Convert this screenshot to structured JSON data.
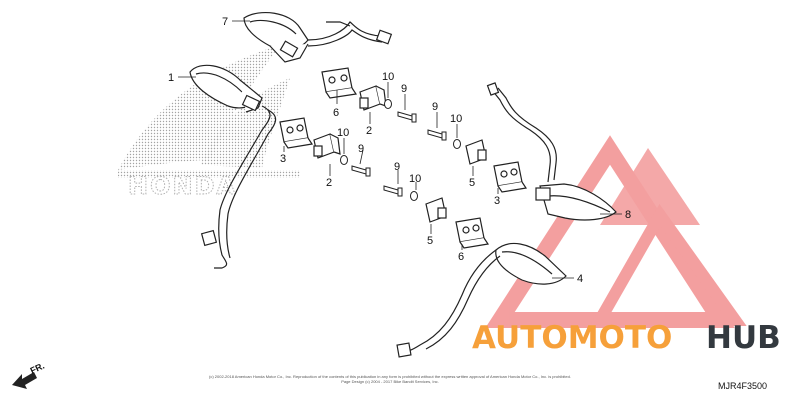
{
  "callouts": [
    {
      "label": "7"
    },
    {
      "label": "1"
    },
    {
      "label": "6"
    },
    {
      "label": "10"
    },
    {
      "label": "9"
    },
    {
      "label": "2"
    },
    {
      "label": "3"
    },
    {
      "label": "10"
    },
    {
      "label": "9"
    },
    {
      "label": "2"
    },
    {
      "label": "9"
    },
    {
      "label": "10"
    },
    {
      "label": "5"
    },
    {
      "label": "9"
    },
    {
      "label": "10"
    },
    {
      "label": "5"
    },
    {
      "label": "6"
    },
    {
      "label": "3"
    },
    {
      "label": "8"
    },
    {
      "label": "4"
    }
  ],
  "direction_label": "FR.",
  "diagram_code": "MJR4F3500",
  "copyright_line1": "(c) 2002-2018 American Honda Motor Co., Inc. Reproduction of the contents of this publication in any form is prohibited without the express written approval of American Honda Motor Co., Inc. is prohibited.",
  "copyright_line2": "Page Design (c) 2004 - 2017 Bike Bandit Services, Inc.",
  "brand_watermark": "HONDA",
  "site_watermark": {
    "part1": "AUTOMOTO",
    "part2": "HUB"
  },
  "colors": {
    "watermark_red": "#f07f7f",
    "watermark_orange": "#f6a03a",
    "watermark_dark": "#33393f",
    "line": "#222222"
  }
}
